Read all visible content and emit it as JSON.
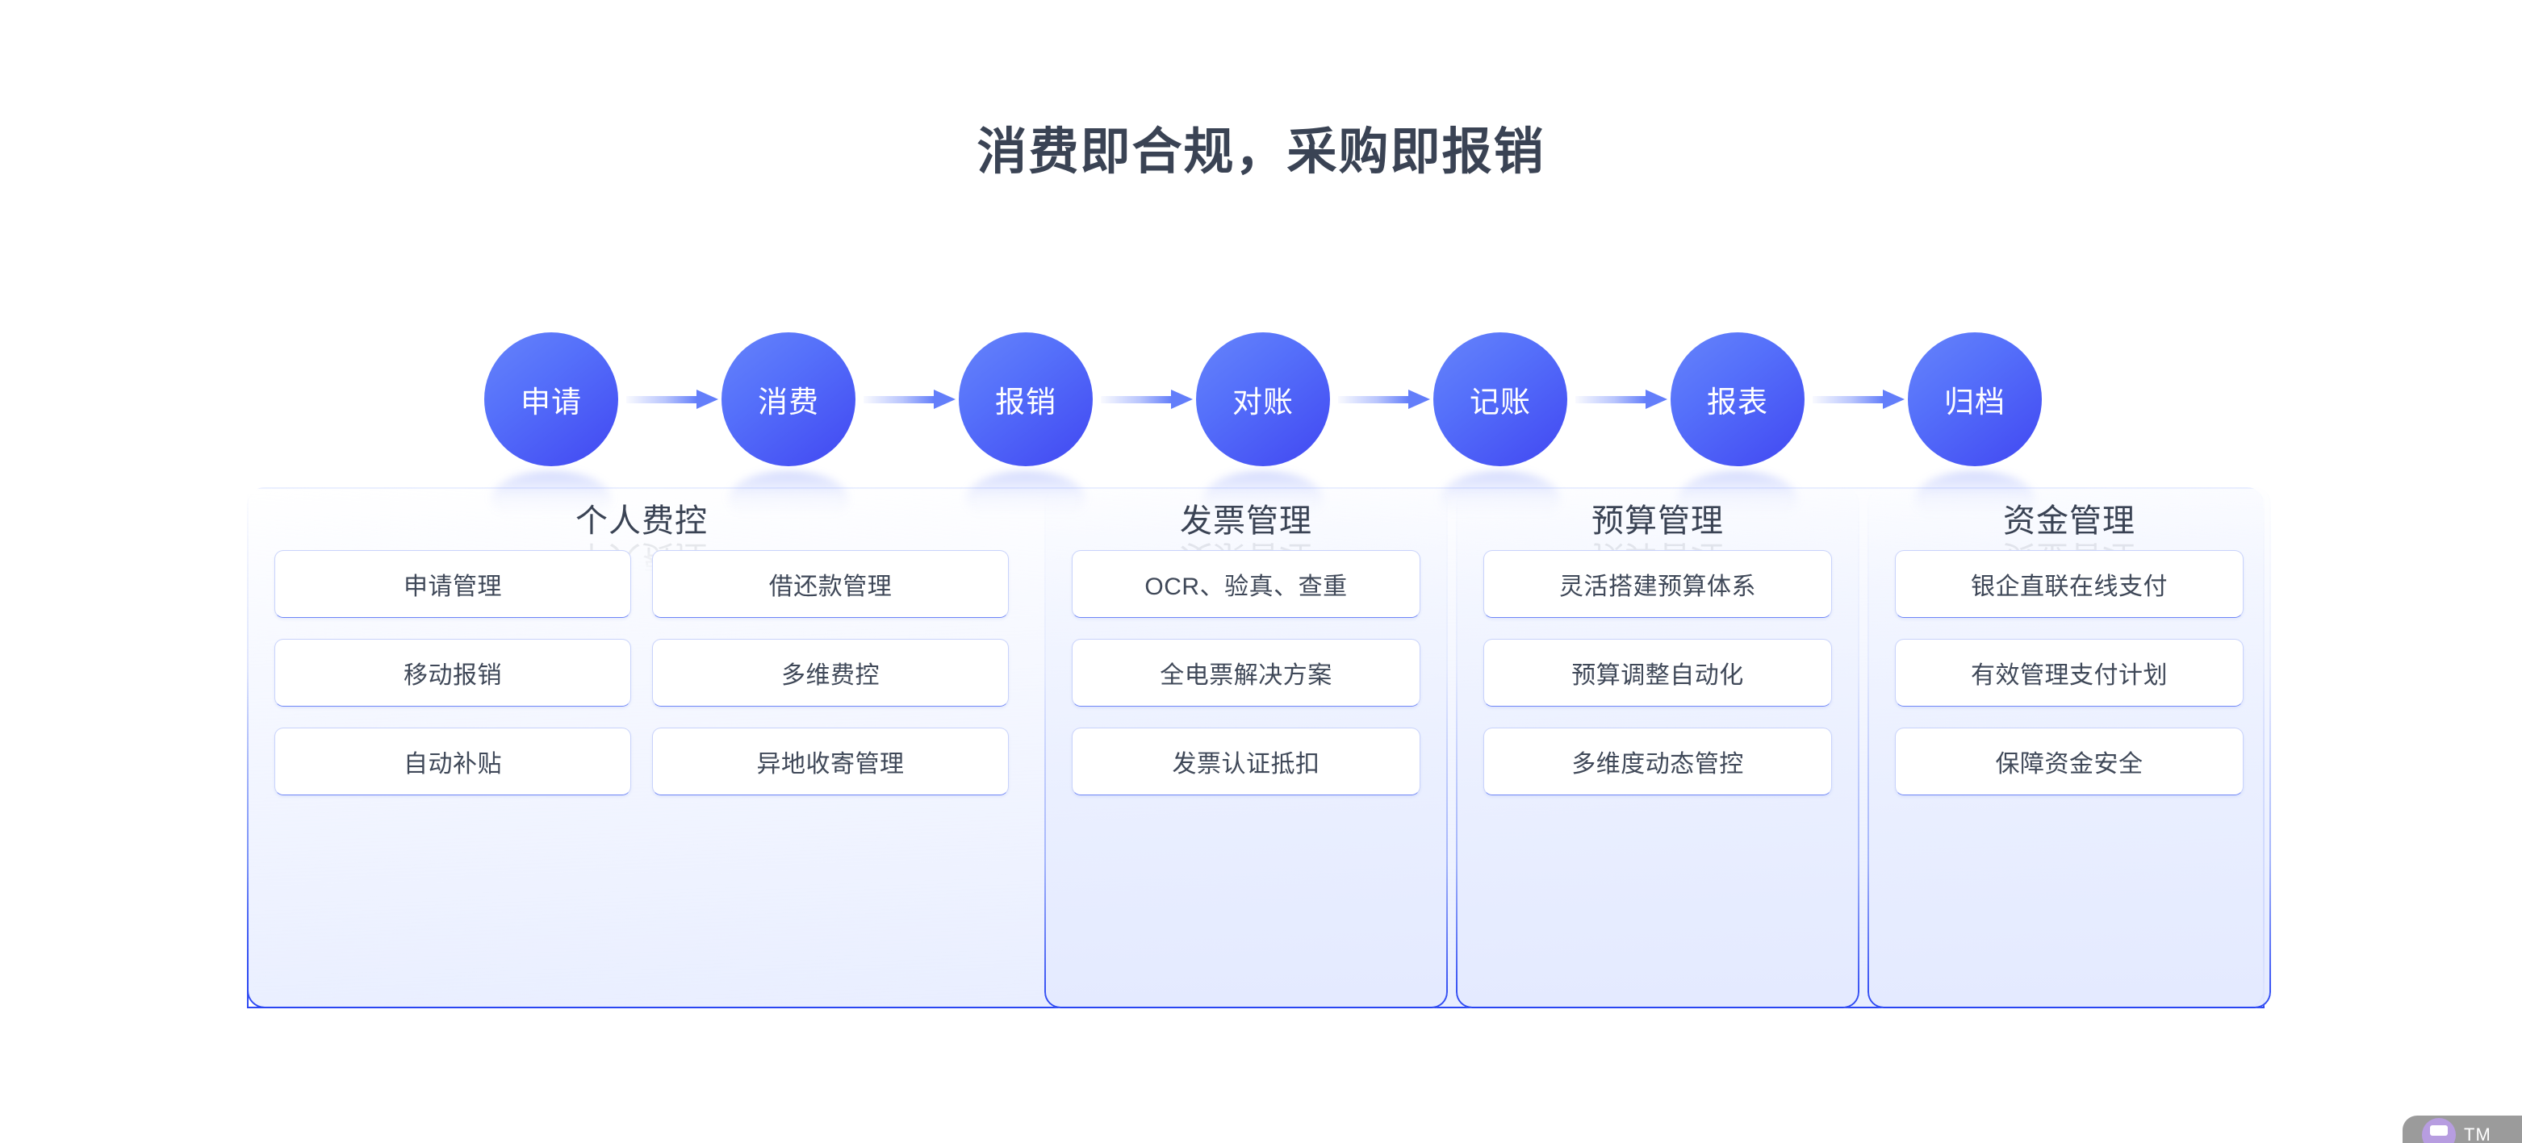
{
  "page": {
    "title": "消费即合规，采购即报销",
    "title_color": "#3a4354",
    "background": "#ffffff"
  },
  "flow": {
    "accent_color": "#4147f2",
    "arrow_color": "#637efa",
    "steps": [
      {
        "label": "申请"
      },
      {
        "label": "消费"
      },
      {
        "label": "报销"
      },
      {
        "label": "对账"
      },
      {
        "label": "记账"
      },
      {
        "label": "报表"
      },
      {
        "label": "归档"
      }
    ]
  },
  "modules": {
    "panel_border_color": "#2d48f2",
    "tile_border_color": "#c9d3fb",
    "columns": [
      {
        "title": "个人费控",
        "tiles": [
          "申请管理",
          "借还款管理",
          "移动报销",
          "多维费控",
          "自动补贴",
          "异地收寄管理"
        ]
      },
      {
        "title": "发票管理",
        "tiles": [
          "OCR、验真、查重",
          "全电票解决方案",
          "发票认证抵扣"
        ]
      },
      {
        "title": "预算管理",
        "tiles": [
          "灵活搭建预算体系",
          "预算调整自动化",
          "多维度动态管控"
        ]
      },
      {
        "title": "资金管理",
        "tiles": [
          "银企直联在线支付",
          "有效管理支付计划",
          "保障资金安全"
        ]
      }
    ]
  },
  "watermark": {
    "text": "TM"
  }
}
